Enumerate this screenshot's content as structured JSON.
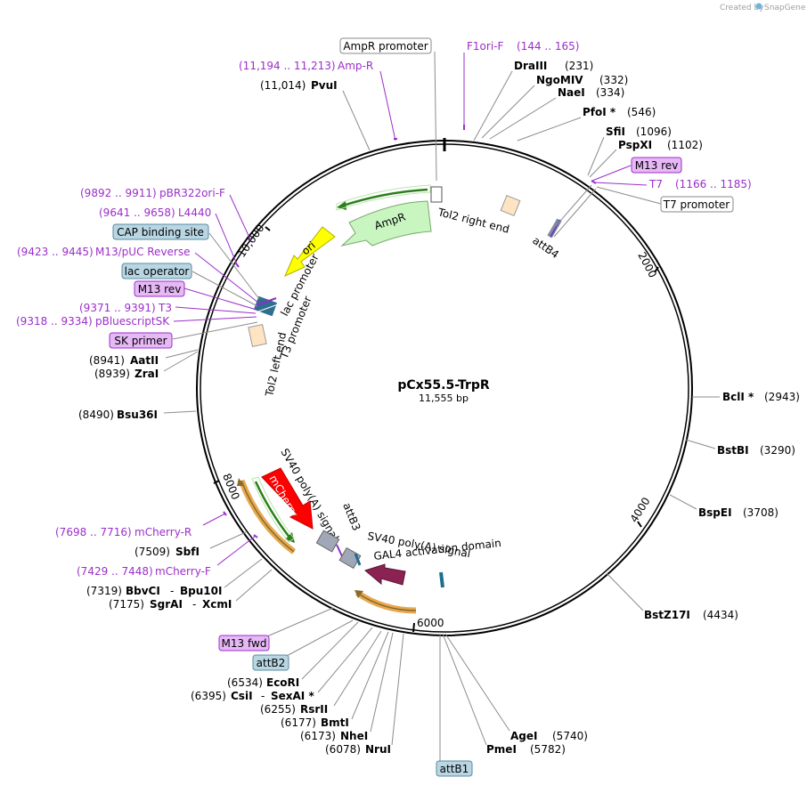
{
  "credit": {
    "prefix": "Created by",
    "brand": "SnapGene"
  },
  "plasmid": {
    "name": "pCx55.5-TrpR",
    "size": "11,555 bp"
  },
  "ticks": [
    "2000",
    "4000",
    "6000",
    "8000",
    "10,000"
  ],
  "enzymes": {
    "drai": {
      "name": "DraIII",
      "pos": "(231)"
    },
    "ngom": {
      "name": "NgoMIV",
      "pos": "(332)"
    },
    "nae": {
      "name": "NaeI",
      "pos": "(334)"
    },
    "pfo": {
      "name": "PfoI *",
      "pos": "(546)"
    },
    "sfi": {
      "name": "SfiI",
      "pos": "(1096)"
    },
    "psp": {
      "name": "PspXI",
      "pos": "(1102)"
    },
    "bcl": {
      "name": "BclI *",
      "pos": "(2943)"
    },
    "bstbi": {
      "name": "BstBI",
      "pos": "(3290)"
    },
    "bspei": {
      "name": "BspEI",
      "pos": "(3708)"
    },
    "bstz": {
      "name": "BstZ17I",
      "pos": "(4434)"
    },
    "agei": {
      "name": "AgeI",
      "pos": "(5740)"
    },
    "pmei": {
      "name": "PmeI",
      "pos": "(5782)"
    },
    "nrui": {
      "name": "NruI",
      "pos": "(6078)"
    },
    "nhei": {
      "name": "NheI",
      "pos": "(6173)"
    },
    "bmti": {
      "name": "BmtI",
      "pos": "(6177)"
    },
    "rsr": {
      "name": "RsrII",
      "pos": "(6255)"
    },
    "csi": {
      "name": "CsiI",
      "pos": "(6395)",
      "sep": "-",
      "name2": "SexAI *"
    },
    "eco": {
      "name": "EcoRI",
      "pos": "(6534)"
    },
    "sgr": {
      "name": "SgrAI",
      "pos": "(7175)",
      "sep": "-",
      "name2": "XcmI"
    },
    "bbv": {
      "name": "BbvCI",
      "pos": "(7319)",
      "sep": "-",
      "name2": "Bpu10I"
    },
    "sbf": {
      "name": "SbfI",
      "pos": "(7509)"
    },
    "bsu": {
      "name": "Bsu36I",
      "pos": "(8490)"
    },
    "zra": {
      "name": "ZraI",
      "pos": "(8939)"
    },
    "aat": {
      "name": "AatII",
      "pos": "(8941)"
    },
    "pvu": {
      "name": "PvuI",
      "pos": "(11,014)"
    }
  },
  "primers": {
    "f1ori": {
      "name": "F1ori-F",
      "range": "(144 .. 165)"
    },
    "t7": {
      "name": "T7",
      "range": "(1166 .. 1185)"
    },
    "ampr": {
      "name": "Amp-R",
      "range": "(11,194 .. 11,213)"
    },
    "pbr": {
      "name": "pBR322ori-F",
      "range": "(9892 .. 9911)"
    },
    "l4440": {
      "name": "L4440",
      "range": "(9641 .. 9658)"
    },
    "m13puc": {
      "name": "M13/pUC Reverse",
      "range": "(9423 .. 9445)"
    },
    "t3": {
      "name": "T3",
      "range": "(9371 .. 9391)"
    },
    "pblue": {
      "name": "pBluescriptSK",
      "range": "(9318 .. 9334)"
    },
    "mchr": {
      "name": "mCherry-R",
      "range": "(7698 .. 7716)"
    },
    "mchf": {
      "name": "mCherry-F",
      "range": "(7429 .. 7448)"
    }
  },
  "boxes": {
    "amprPromoter": "AmpR promoter",
    "m13revTop": "M13 rev",
    "t7promoter": "T7 promoter",
    "cap": "CAP binding site",
    "lacop": "lac operator",
    "m13revLeft": "M13 rev",
    "skprimer": "SK primer",
    "m13fwd": "M13 fwd",
    "attb2": "attB2",
    "attb1": "attB1"
  },
  "features": {
    "ampr": "AmpR",
    "ori": "ori",
    "tol2right": "Tol2 right end",
    "attb4": "attB4",
    "lacpromoter": "lac promoter",
    "t3promoter": "T3 promoter",
    "tol2left": "Tol2 left end",
    "sv40a": "SV40 poly(A) signal",
    "sv40b": "SV40 poly(A) signal",
    "mcherry": "mCherry",
    "attb3": "attB3",
    "gal4": "GAL4 activation domain"
  },
  "colors": {
    "primer": "#9b2fc9",
    "ampr": "#c8f5c0",
    "ori": "#ffff00",
    "mcherry": "#ff0000",
    "gal4": "#8b2252",
    "misc": "#ffe4c4",
    "promoterBox": "#b9d6e3",
    "primerBox": "#e6b8f5"
  }
}
